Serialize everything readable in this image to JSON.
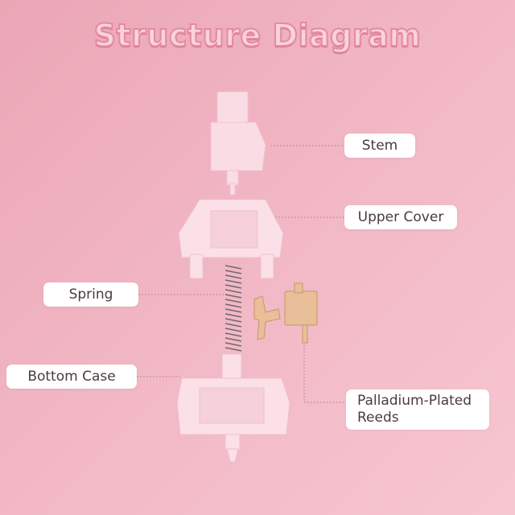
{
  "title": "Structure Diagram",
  "labels": {
    "stem": "Stem",
    "upper_cover": "Upper Cover",
    "spring": "Spring",
    "bottom_case": "Bottom Case",
    "reeds_line1": "Palladium-Plated",
    "reeds_line2": "Reeds"
  },
  "colors": {
    "background": "#f2b9c6",
    "title_fill": "#f8d3db",
    "title_outline": "#e58a9f",
    "part_fill": "#f9dbe3",
    "reed_metal": "#e8bf98"
  }
}
